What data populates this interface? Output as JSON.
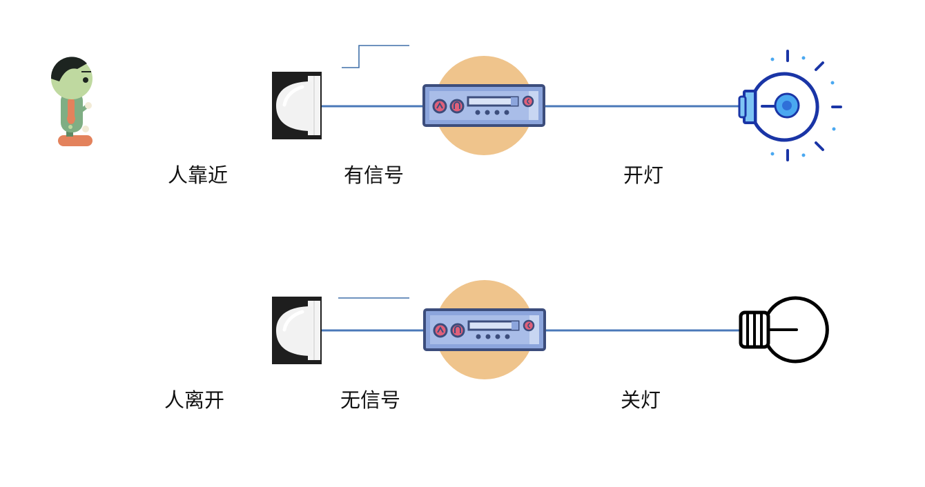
{
  "scenarios": [
    {
      "person_label": "人靠近",
      "signal_label": "有信号",
      "lamp_label": "开灯",
      "signal_state": "high",
      "lamp_state": "on"
    },
    {
      "person_label": "人离开",
      "signal_label": "无信号",
      "lamp_label": "关灯",
      "signal_state": "low",
      "lamp_state": "off"
    }
  ],
  "colors": {
    "wire": "#4a78b8",
    "signal_trace": "#3f6fa8",
    "controller_glow": "#efc48c",
    "controller_body": "#8ca5dc",
    "controller_outline": "#3c4d7c",
    "knob": "#e0607a",
    "lamp_on": "#1a35a6",
    "lamp_on_core": "#4aa8f0",
    "lamp_off": "#000000",
    "person_skin": "#bfd9a0",
    "person_hair": "#1d2420",
    "person_body": "#7fae84",
    "person_base": "#e3825c"
  },
  "icons": {
    "person": "person-icon",
    "sensor": "pir-sensor-icon",
    "controller": "controller-icon",
    "lamp_on": "bulb-on-icon",
    "lamp_off": "bulb-off-icon"
  }
}
